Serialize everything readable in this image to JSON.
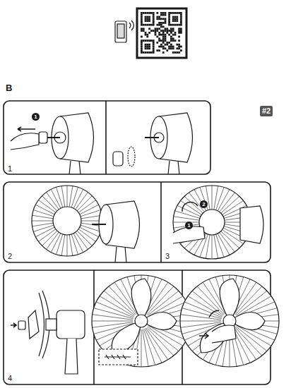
{
  "diagram": {
    "labels": [
      "B",
      "#2",
      "1",
      "1",
      "2",
      "3",
      "1",
      "2",
      "4"
    ]
  }
}
